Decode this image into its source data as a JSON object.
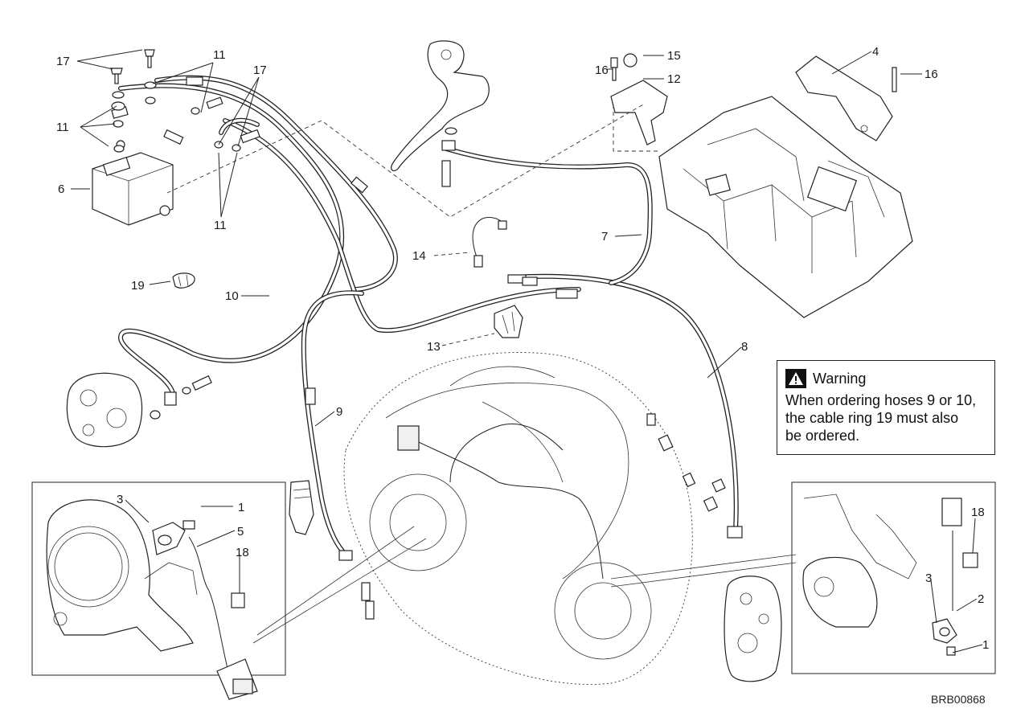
{
  "callouts": {
    "c1a": "1",
    "c1b": "1",
    "c2": "2",
    "c3a": "3",
    "c3b": "3",
    "c4": "4",
    "c5": "5",
    "c6": "6",
    "c7": "7",
    "c8": "8",
    "c9": "9",
    "c10": "10",
    "c11a": "11",
    "c11b": "11",
    "c11c": "11",
    "c12": "12",
    "c13": "13",
    "c14": "14",
    "c15": "15",
    "c16a": "16",
    "c16b": "16",
    "c17a": "17",
    "c17b": "17",
    "c18a": "18",
    "c18b": "18",
    "c19": "19"
  },
  "warning": {
    "title": "Warning",
    "icon": "warning-triangle-icon",
    "text_lines": [
      "When ordering hoses 9 or 10,",
      "the cable ring 19 must also",
      "be ordered."
    ]
  },
  "reference_code": "BRB00868"
}
